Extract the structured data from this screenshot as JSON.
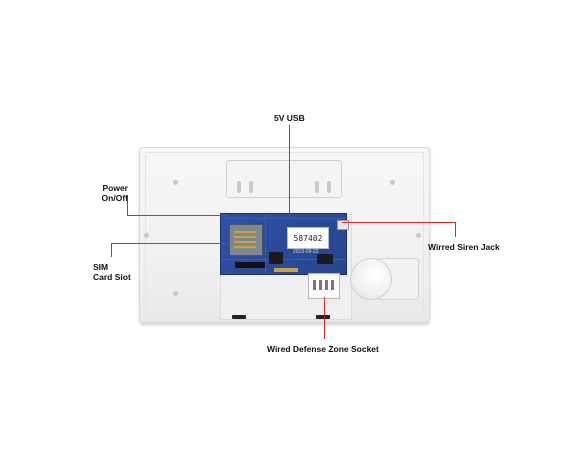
{
  "labels": {
    "usb": "5V USB",
    "power_line1": "Power",
    "power_line2": "On/Off",
    "sim_line1": "SIM",
    "sim_line2": "Card Siot",
    "siren": "Wirred Siren Jack",
    "zone": "Wired Defense Zone Socket"
  },
  "board": {
    "serial": "587402",
    "date": "2019-09-22"
  },
  "colors": {
    "callout_line": "#d9262c",
    "pcb": "#2f4fa3",
    "panel": "#f4f4f4"
  }
}
